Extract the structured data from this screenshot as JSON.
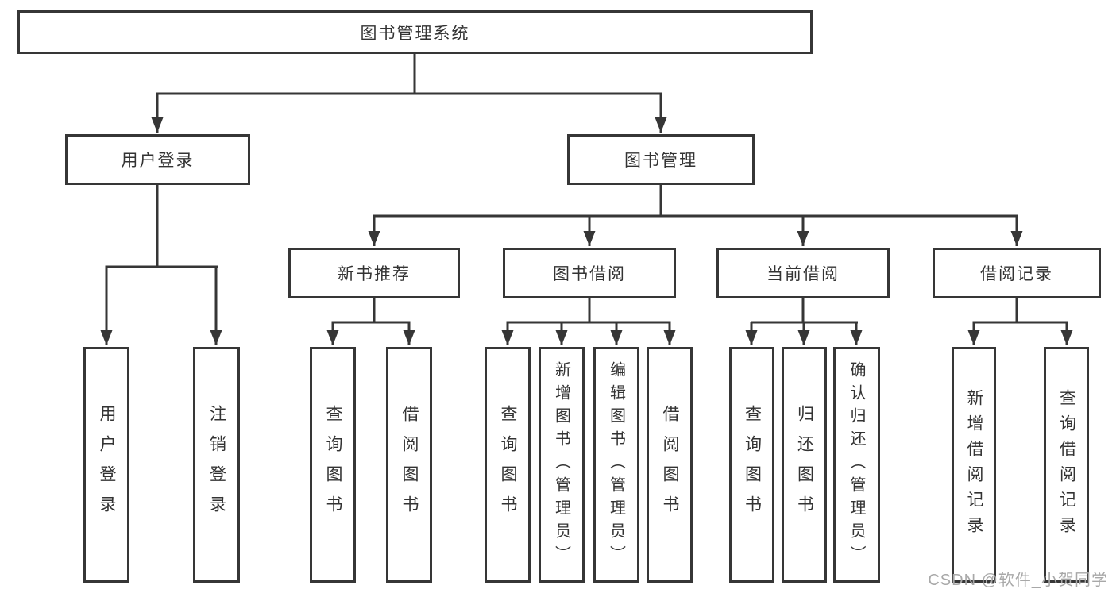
{
  "tree": {
    "label": "图书管理系统",
    "children": [
      {
        "label": "用户登录",
        "children": [
          {
            "label": "用户登录"
          },
          {
            "label": "注销登录"
          }
        ]
      },
      {
        "label": "图书管理",
        "children": [
          {
            "label": "新书推荐",
            "children": [
              {
                "label": "查询图书"
              },
              {
                "label": "借阅图书"
              }
            ]
          },
          {
            "label": "图书借阅",
            "children": [
              {
                "label": "查询图书"
              },
              {
                "label": "新增图书（管理员）"
              },
              {
                "label": "编辑图书（管理员）"
              },
              {
                "label": "借阅图书"
              }
            ]
          },
          {
            "label": "当前借阅",
            "children": [
              {
                "label": "查询图书"
              },
              {
                "label": "归还图书"
              },
              {
                "label": "确认归还（管理员）"
              }
            ]
          },
          {
            "label": "借阅记录",
            "children": [
              {
                "label": "新增借阅记录"
              },
              {
                "label": "查询借阅记录"
              }
            ]
          }
        ]
      }
    ]
  },
  "watermark": "CSDN @软件_小贺同学",
  "colors": {
    "background": "#ffffff",
    "line": "#363636",
    "box_border": "#363636",
    "text": "#333333",
    "watermark": "#a8a8a8"
  }
}
